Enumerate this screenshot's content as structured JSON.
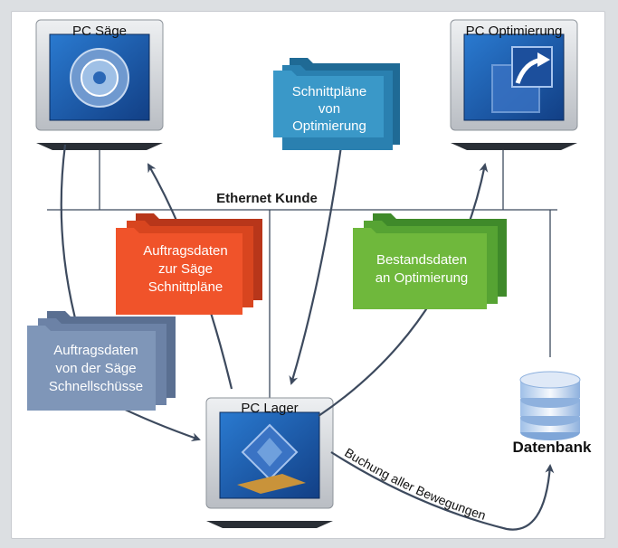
{
  "network": {
    "label": "Ethernet Kunde"
  },
  "computers": {
    "saege": {
      "label": "PC Säge"
    },
    "optimierung": {
      "label": "PC Optimierung"
    },
    "lager": {
      "label": "PC Lager"
    }
  },
  "database": {
    "label": "Datenbank"
  },
  "folders": {
    "schnittplaene": {
      "lines": [
        "Schnittpläne",
        "von",
        "Optimierung"
      ],
      "color": "#3a98c8"
    },
    "auftrag_zur": {
      "lines": [
        "Auftragsdaten",
        "zur Säge",
        "Schnittpläne"
      ],
      "color": "#f0532a"
    },
    "bestand": {
      "lines": [
        "Bestandsdaten",
        "an Optimierung"
      ],
      "color": "#6fb83c"
    },
    "auftrag_von": {
      "lines": [
        "Auftragsdaten",
        "von der Säge",
        "Schnellschüsse"
      ],
      "color": "#7f96b8"
    }
  },
  "buchung": {
    "label": "Buchung aller Bewegungen"
  },
  "colors": {
    "line": "#3d4a5e",
    "screen": "#1d63b4",
    "monitor": "#cfd2d6"
  }
}
